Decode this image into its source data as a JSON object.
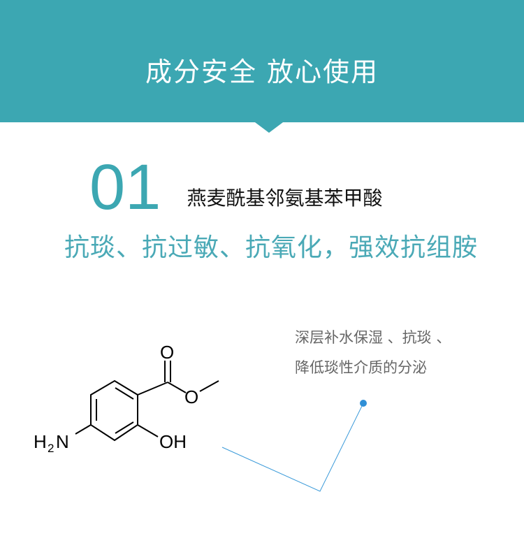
{
  "header": {
    "title": "成分安全  放心使用"
  },
  "section": {
    "number": "01",
    "ingredient": "燕麦酰基邻氨基苯甲酸",
    "benefits": "抗琰、抗过敏、抗氧化，强效抗组胺"
  },
  "description": {
    "line1": "深层补水保湿 、抗琰 、",
    "line2": "降低琰性介质的分泌"
  },
  "structure": {
    "labels": {
      "carbonyl_o": "O",
      "ester_o": "O",
      "amine": "H",
      "amine_sub": "2",
      "amine_n": "N",
      "hydroxyl": "OH"
    }
  },
  "colors": {
    "accent": "#3ca7b2",
    "line": "#3a9ad9"
  }
}
